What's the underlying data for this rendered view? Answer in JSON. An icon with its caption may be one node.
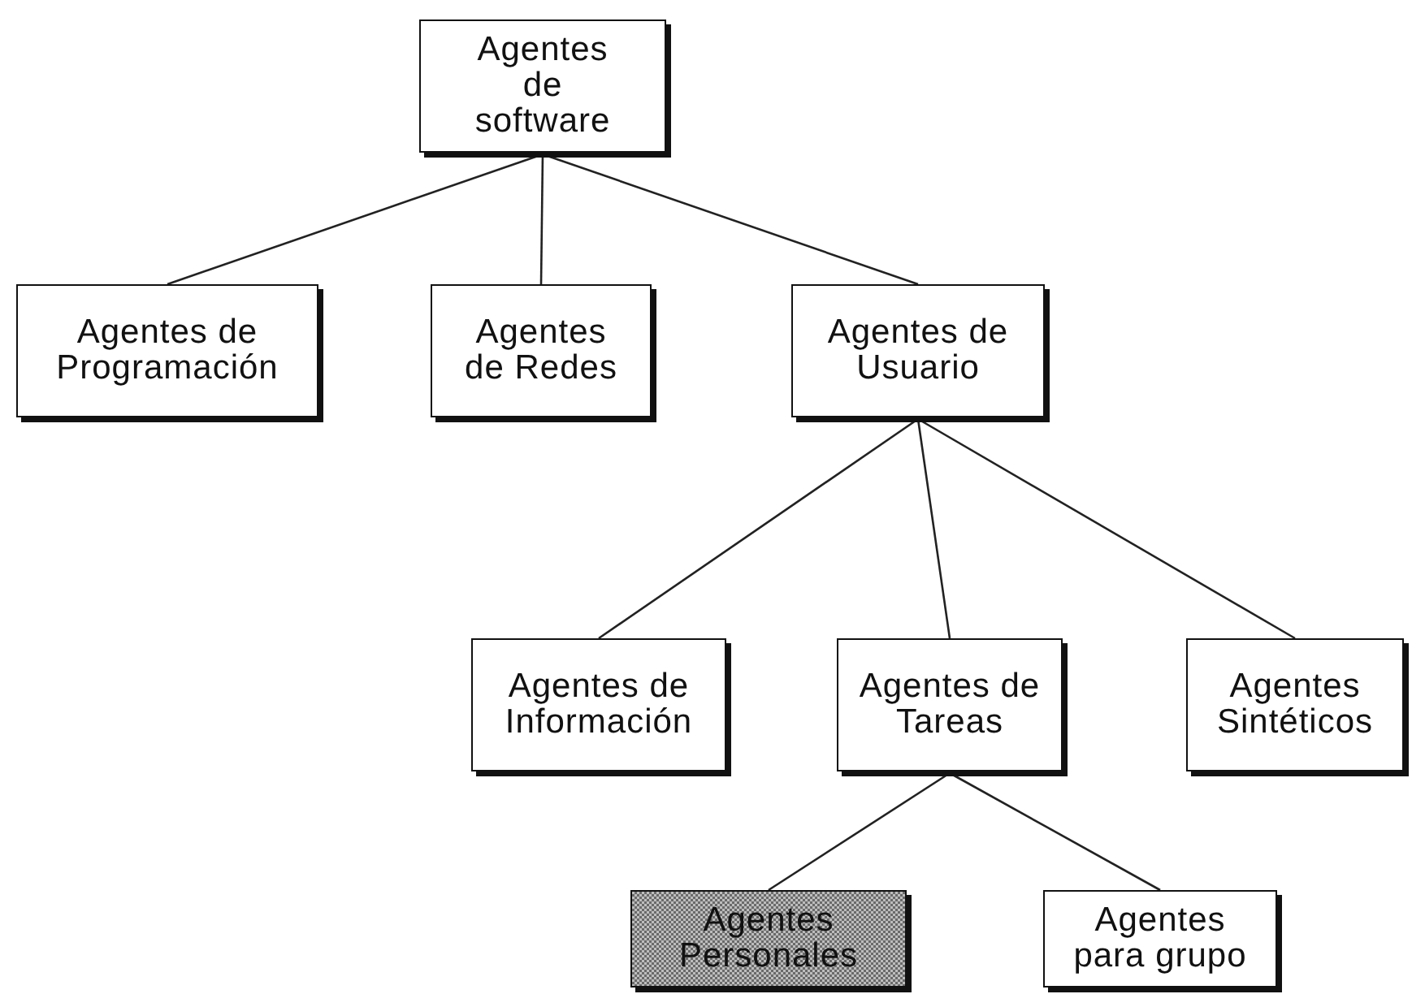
{
  "diagram": {
    "nodes": [
      {
        "text": [
          "Agentes de software"
        ]
      },
      {
        "text": [
          "Agentes de Programación"
        ]
      },
      {
        "text": [
          "Agentes de Redes"
        ]
      },
      {
        "text": [
          "Agentes de Usuario"
        ]
      },
      {
        "text": [
          "Agentes de Información"
        ]
      },
      {
        "text": [
          "Agentes de Tareas"
        ]
      },
      {
        "text": [
          "Agentes Sintéticos"
        ]
      },
      {
        "text": [
          "Agentes Personales"
        ]
      },
      {
        "text": [
          "Agentes para grupo"
        ]
      }
    ],
    "edges": [
      {
        "from": 0,
        "to": 1,
        "arrow": "none"
      },
      {
        "from": 0,
        "to": 2,
        "arrow": "none"
      },
      {
        "from": 0,
        "to": 3,
        "arrow": "none"
      },
      {
        "from": 3,
        "to": 4,
        "arrow": "none"
      },
      {
        "from": 3,
        "to": 5,
        "arrow": "none"
      },
      {
        "from": 3,
        "to": 6,
        "arrow": "none"
      },
      {
        "from": 5,
        "to": 7,
        "arrow": "none"
      },
      {
        "from": 5,
        "to": 8,
        "arrow": "none"
      }
    ]
  }
}
